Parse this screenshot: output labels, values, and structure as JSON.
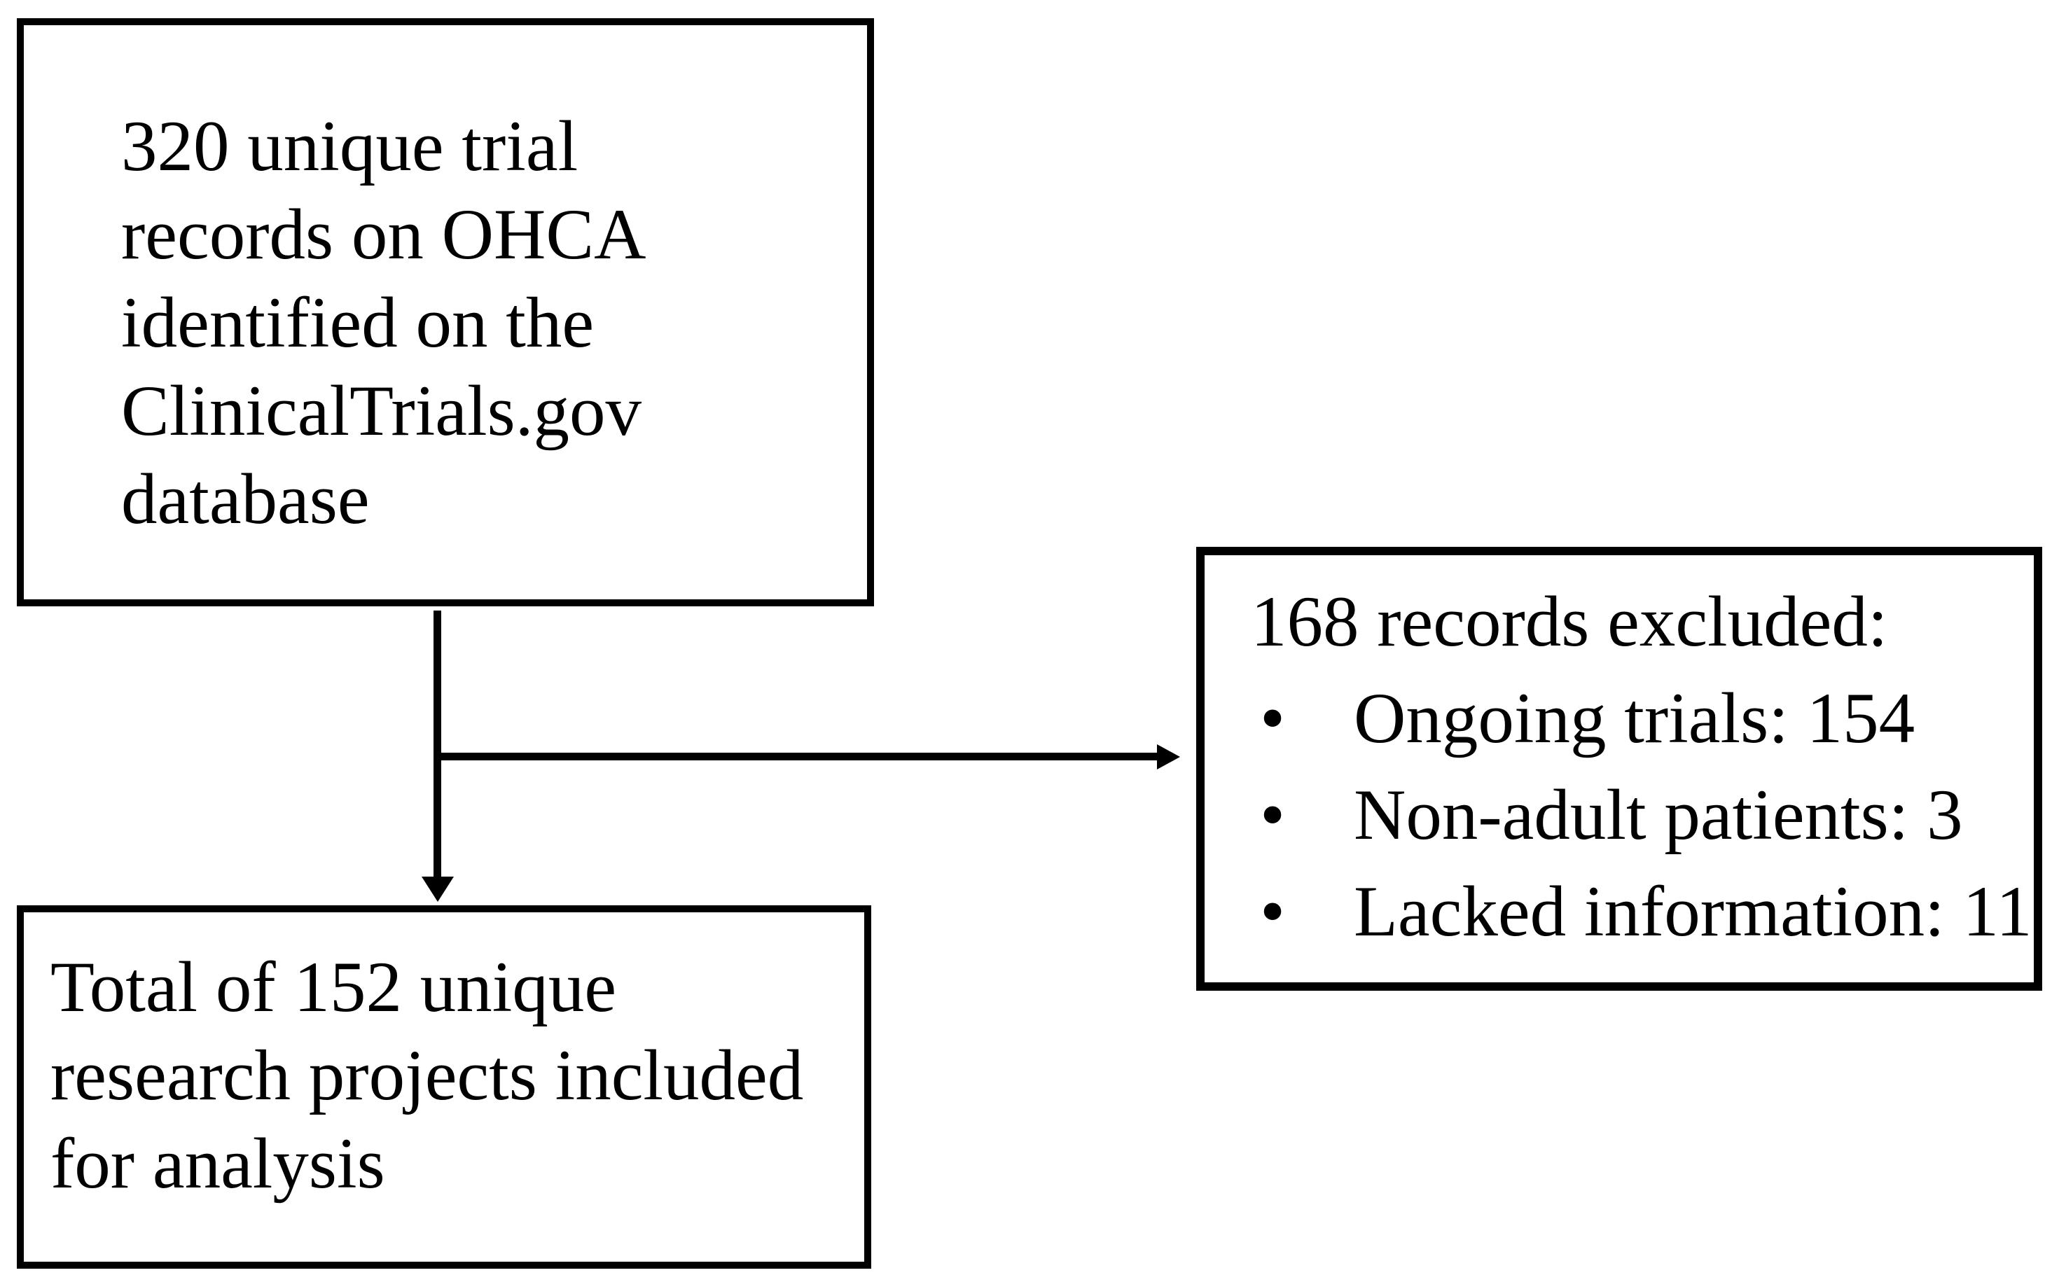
{
  "figure": {
    "type": "flow-diagram",
    "colors": {
      "background": "#ffffff",
      "border": "#000000",
      "text": "#000000",
      "arrow": "#000000"
    },
    "boxes": {
      "source": {
        "lines": [
          "320 unique trial",
          "records on OHCA",
          "identified on the",
          "ClinicalTrials.gov",
          "database"
        ]
      },
      "excluded": {
        "title": "168 records excluded:",
        "bullet_char": "•",
        "items": [
          "Ongoing trials: 154",
          "Non-adult patients: 3",
          "Lacked information: 11"
        ]
      },
      "included": {
        "lines": [
          "Total of 152 unique",
          "research projects included",
          "for analysis"
        ]
      }
    }
  }
}
